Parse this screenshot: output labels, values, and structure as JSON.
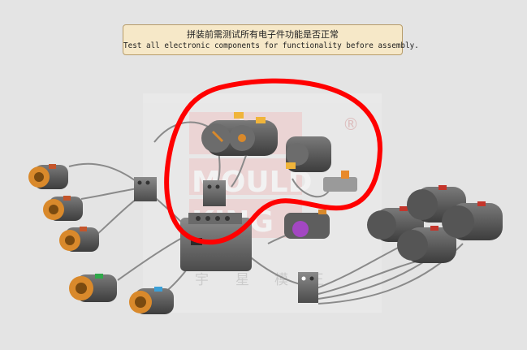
{
  "instruction": {
    "zh": "拼装前需测试所有电子件功能是否正常",
    "en": "Test all electronic components for functionality before assembly."
  },
  "watermark": {
    "registered_mark": "®",
    "brand_lines": [
      "MOULD",
      "KING"
    ],
    "brand_lines_zh": [
      "宇",
      "星",
      "模",
      "王"
    ]
  },
  "colors": {
    "background": "#e4e4e4",
    "highlight_circle": "#ff0000",
    "motor_body": "#5b5b5b",
    "motor_gear_orange": "#d9892b",
    "cable": "#8a8a8a"
  }
}
